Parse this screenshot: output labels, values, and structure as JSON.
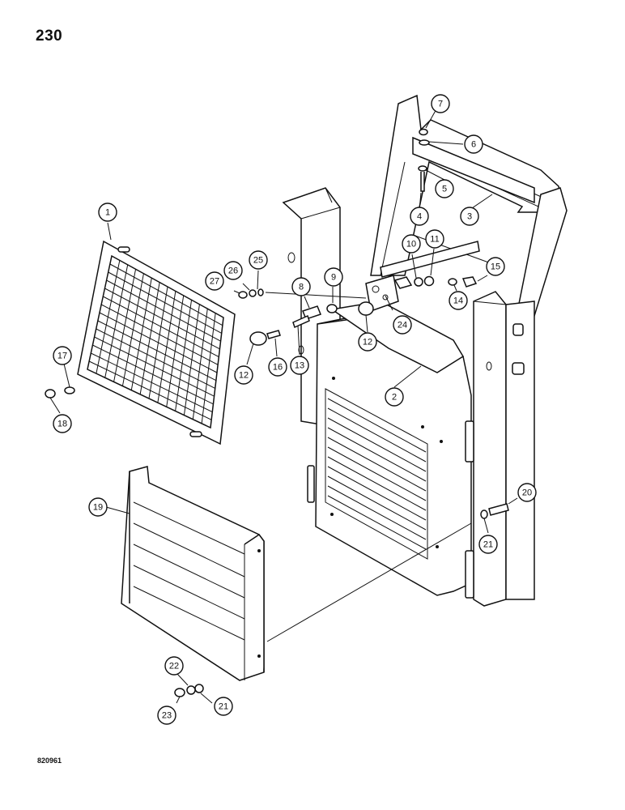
{
  "page": {
    "number": "230",
    "drawing_code": "820961"
  },
  "callouts": [
    {
      "id": "c1",
      "label": "1"
    },
    {
      "id": "c2",
      "label": "2"
    },
    {
      "id": "c3",
      "label": "3"
    },
    {
      "id": "c4",
      "label": "4"
    },
    {
      "id": "c5",
      "label": "5"
    },
    {
      "id": "c6",
      "label": "6"
    },
    {
      "id": "c7",
      "label": "7"
    },
    {
      "id": "c8",
      "label": "8"
    },
    {
      "id": "c9",
      "label": "9"
    },
    {
      "id": "c10",
      "label": "10"
    },
    {
      "id": "c11",
      "label": "11"
    },
    {
      "id": "c12a",
      "label": "12"
    },
    {
      "id": "c12b",
      "label": "12"
    },
    {
      "id": "c13",
      "label": "13"
    },
    {
      "id": "c14",
      "label": "14"
    },
    {
      "id": "c15",
      "label": "15"
    },
    {
      "id": "c16",
      "label": "16"
    },
    {
      "id": "c17",
      "label": "17"
    },
    {
      "id": "c18",
      "label": "18"
    },
    {
      "id": "c19",
      "label": "19"
    },
    {
      "id": "c20",
      "label": "20"
    },
    {
      "id": "c21a",
      "label": "21"
    },
    {
      "id": "c21b",
      "label": "21"
    },
    {
      "id": "c22",
      "label": "22"
    },
    {
      "id": "c23",
      "label": "23"
    },
    {
      "id": "c24",
      "label": "24"
    },
    {
      "id": "c25",
      "label": "25"
    },
    {
      "id": "c26",
      "label": "26"
    },
    {
      "id": "c27",
      "label": "27"
    }
  ]
}
